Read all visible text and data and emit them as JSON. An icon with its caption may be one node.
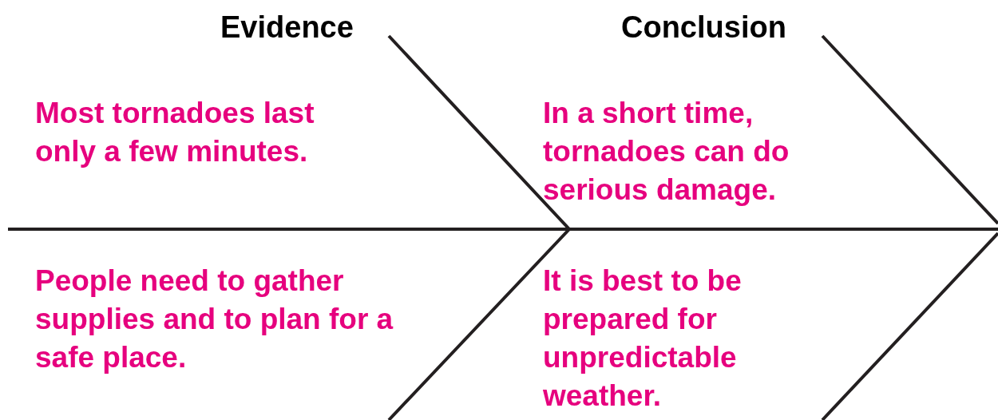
{
  "diagram": {
    "labels": [
      "Evidence",
      "Conclusion",
      "Most tornadoes last only a few minutes.",
      "In a short time, tornadoes can do serious damage.",
      "People need to gather supplies and to plan for a safe place.",
      "It is best to be prepared for unpredictable weather."
    ]
  }
}
